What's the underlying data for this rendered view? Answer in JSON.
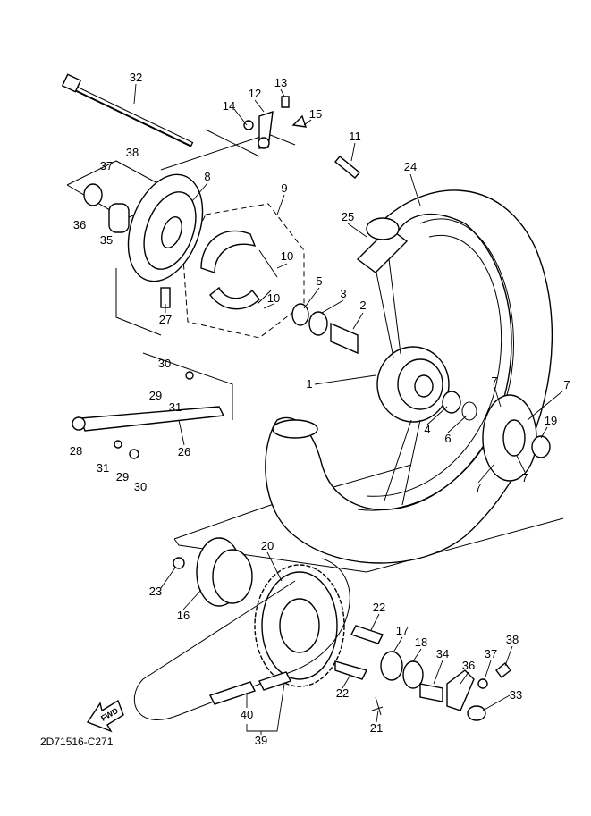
{
  "diagram": {
    "code": "2D71516-C271",
    "fwd_label": "FWD",
    "callouts": {
      "c32": "32",
      "c13": "13",
      "c12": "12",
      "c14": "14",
      "c15": "15",
      "c11": "11",
      "c38a": "38",
      "c37a": "37",
      "c8": "8",
      "c24": "24",
      "c9": "9",
      "c36a": "36",
      "c35": "35",
      "c25": "25",
      "c10a": "10",
      "c10b": "10",
      "c5": "5",
      "c3": "3",
      "c2": "2",
      "c27": "27",
      "c30a": "30",
      "c1": "1",
      "c29a": "29",
      "c31a": "31",
      "c7a": "7",
      "c7b": "7",
      "c4": "4",
      "c6": "6",
      "c19": "19",
      "c28": "28",
      "c26": "26",
      "c31b": "31",
      "c29b": "29",
      "c30b": "30",
      "c7c": "7",
      "c7d": "7",
      "c20": "20",
      "c23": "23",
      "c16": "16",
      "c22a": "22",
      "c17": "17",
      "c18": "18",
      "c34": "34",
      "c38b": "38",
      "c37b": "37",
      "c36b": "36",
      "c33": "33",
      "c22b": "22",
      "c40": "40",
      "c21": "21",
      "c39": "39"
    }
  }
}
